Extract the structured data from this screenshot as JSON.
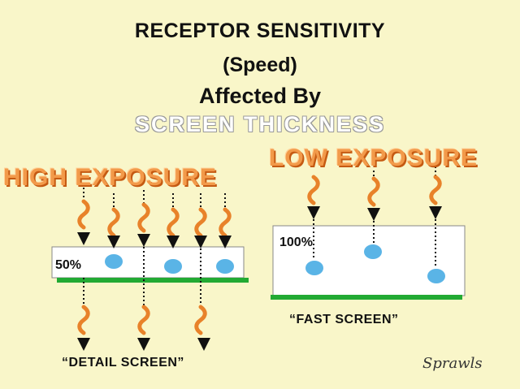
{
  "title": {
    "line1": "RECEPTOR SENSITIVITY",
    "line2": "(Speed)",
    "line3": "Affected By",
    "line4": "SCREEN  THICKNESS"
  },
  "left_panel": {
    "heading": "HIGH EXPOSURE",
    "sensitivity": "50%",
    "screen_label": "“DETAIL SCREEN”"
  },
  "right_panel": {
    "heading": "LOW EXPOSURE",
    "sensitivity": "100%",
    "screen_label": "“FAST SCREEN”"
  },
  "signature": "Sprawls",
  "colors": {
    "background": "#f9f6c9",
    "photon_wave": "#e8822a",
    "arrow": "#111111",
    "light_spot": "#5ab4e6",
    "film_line": "#22aa33",
    "screen_fill": "#ffffff"
  },
  "icons": {
    "photon": "wavy-photon-icon",
    "arrow": "arrow-down-icon",
    "light": "light-spot-icon"
  }
}
